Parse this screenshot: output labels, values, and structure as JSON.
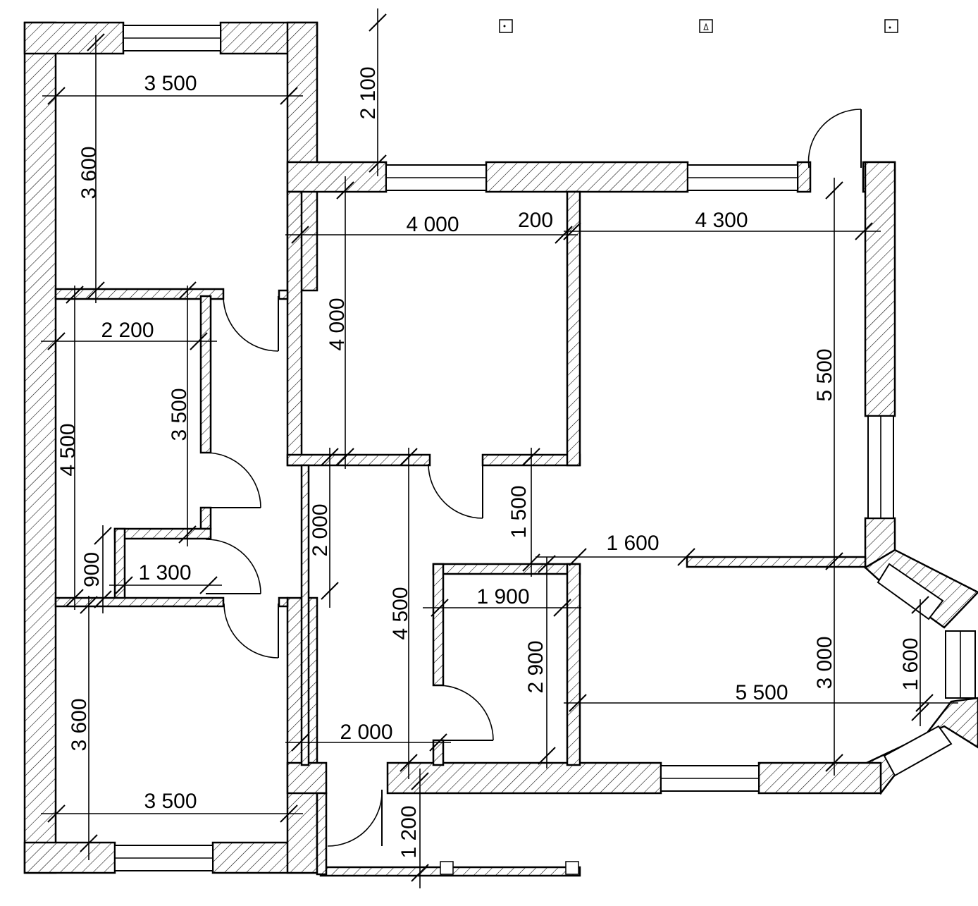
{
  "dimensions": {
    "top_left_room_width": "3 500",
    "top_left_room_depth": "3 600",
    "corridor_width": "2 200",
    "left_strip_length": "4 500",
    "bath_length": "3 500",
    "wc_depth": "900",
    "wc_width": "1 300",
    "bottom_left_room_depth": "3 600",
    "bottom_left_room_width": "3 500",
    "balcony_offset": "2 100",
    "center_room_width": "4 000",
    "partition_thickness": "200",
    "right_room_width": "4 300",
    "center_room_depth": "4 000",
    "right_room_depth": "5 500",
    "hall_depth": "2 000",
    "hall_length": "4 500",
    "closet_offset": "1 500",
    "kitchen_partition": "1 600",
    "pantry_width": "1 900",
    "pantry_depth": "2 900",
    "vestibule_width": "2 000",
    "kitchen_width": "5 500",
    "kitchen_depth": "3 000",
    "bay_width": "1 600",
    "entrance_depth": "1 200"
  },
  "markers": [
    "marker-a",
    "marker-b",
    "marker-c"
  ]
}
